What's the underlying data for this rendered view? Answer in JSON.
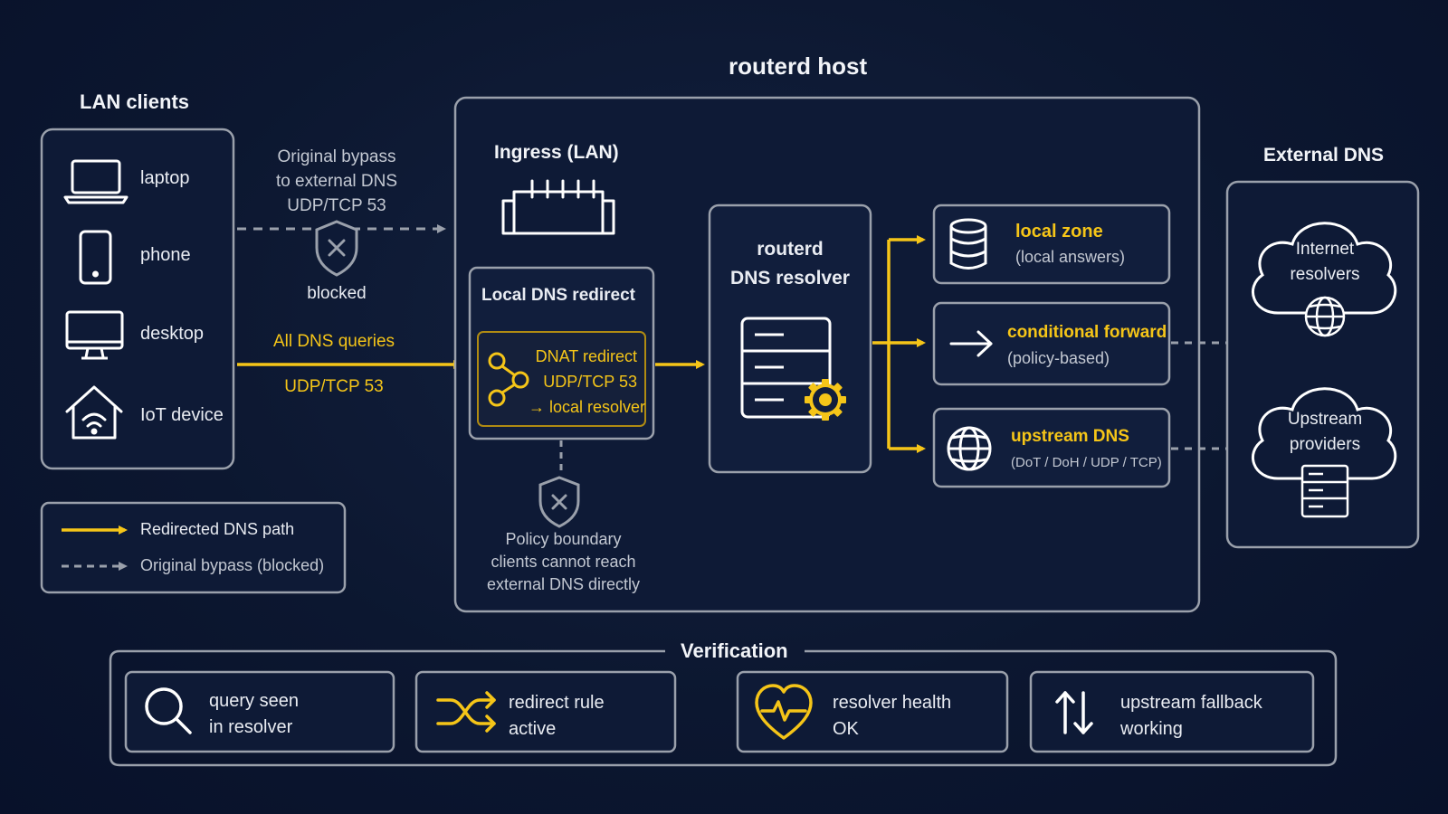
{
  "colors": {
    "accent": "#f5c518",
    "line": "#9aa0ab",
    "bg": "#0c1730",
    "text": "#e9ecf2"
  },
  "lan": {
    "title": "LAN clients",
    "clients": [
      {
        "label": "laptop",
        "icon": "laptop-icon"
      },
      {
        "label": "phone",
        "icon": "phone-icon"
      },
      {
        "label": "desktop",
        "icon": "desktop-monitor-icon"
      },
      {
        "label": "IoT device",
        "icon": "iot-home-wifi-icon"
      }
    ]
  },
  "bypass": {
    "line1": "Original bypass",
    "line2": "to external DNS",
    "line3": "UDP/TCP 53",
    "status": "blocked"
  },
  "redirect_path": {
    "line1": "All DNS queries",
    "line2": "UDP/TCP 53"
  },
  "host": {
    "title": "routerd host",
    "ingress": "Ingress (LAN)",
    "local_redirect": {
      "title": "Local DNS redirect",
      "line1": "DNAT redirect",
      "line2": "UDP/TCP 53",
      "line3": "→ local resolver"
    },
    "resolver": {
      "line1": "routerd",
      "line2": "DNS resolver"
    },
    "targets": [
      {
        "title": "local zone",
        "sub": "(local answers)",
        "icon": "database-icon"
      },
      {
        "title": "conditional forward",
        "sub": "(policy-based)",
        "icon": "arrow-right-icon"
      },
      {
        "title": "upstream DNS",
        "sub": "(DoT / DoH / UDP / TCP)",
        "icon": "globe-icon"
      }
    ],
    "policy": {
      "line1": "Policy boundary",
      "line2": "clients cannot reach",
      "line3": "external DNS directly"
    }
  },
  "external": {
    "title": "External DNS",
    "clouds": [
      {
        "line1": "Internet",
        "line2": "resolvers",
        "icon": "globe-icon"
      },
      {
        "line1": "Upstream",
        "line2": "providers",
        "icon": "server-icon"
      }
    ]
  },
  "legend": {
    "redirected": "Redirected DNS path",
    "bypass": "Original bypass (blocked)"
  },
  "verification": {
    "title": "Verification",
    "items": [
      {
        "line1": "query seen",
        "line2": "in resolver",
        "icon": "search-icon"
      },
      {
        "line1": "redirect rule",
        "line2": "active",
        "icon": "shuffle-icon"
      },
      {
        "line1": "resolver health",
        "line2": "OK",
        "icon": "heart-pulse-icon"
      },
      {
        "line1": "upstream fallback",
        "line2": "working",
        "icon": "up-down-arrows-icon"
      }
    ]
  }
}
